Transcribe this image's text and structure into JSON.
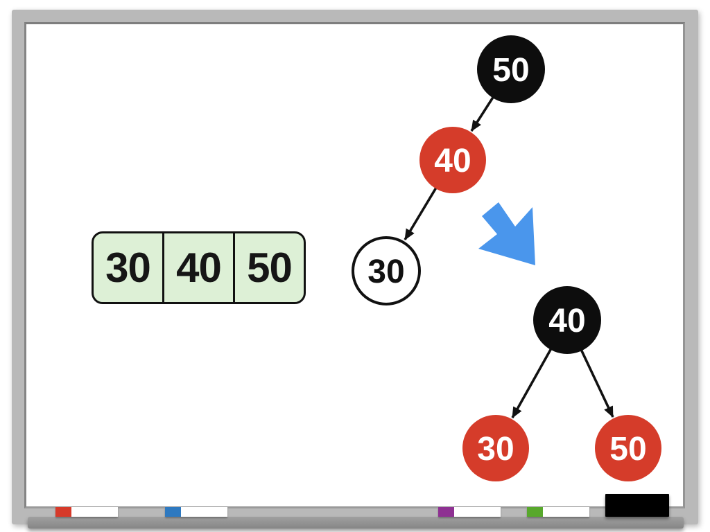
{
  "scene": {
    "description": "Whiteboard diagram showing a sorted array and a right-rotation rebalancing of a binary search tree (red-black tree style)"
  },
  "array_table": {
    "cells": [
      "30",
      "40",
      "50"
    ],
    "fill_color": "#ddf0d6"
  },
  "initial_tree": {
    "nodes": [
      {
        "label": "50",
        "color": "black"
      },
      {
        "label": "40",
        "color": "red"
      },
      {
        "label": "30",
        "color": "white"
      }
    ]
  },
  "result_tree": {
    "nodes": [
      {
        "label": "40",
        "color": "black"
      },
      {
        "label": "30",
        "color": "red"
      },
      {
        "label": "50",
        "color": "red"
      }
    ]
  },
  "colors": {
    "node_black": "#0d0d0d",
    "node_red": "#d53c2a",
    "node_white": "#ffffff",
    "arrow_blue": "#4a96ec",
    "table_green": "#ddf0d6",
    "eraser_black": "#000000"
  },
  "tray": {
    "markers": [
      {
        "name": "red-marker",
        "cap_color": "#d63a2a"
      },
      {
        "name": "blue-marker",
        "cap_color": "#2e79c0"
      },
      {
        "name": "purple-marker",
        "cap_color": "#8e3192"
      },
      {
        "name": "green-marker",
        "cap_color": "#58a82c"
      }
    ],
    "eraser_color": "#000000"
  }
}
